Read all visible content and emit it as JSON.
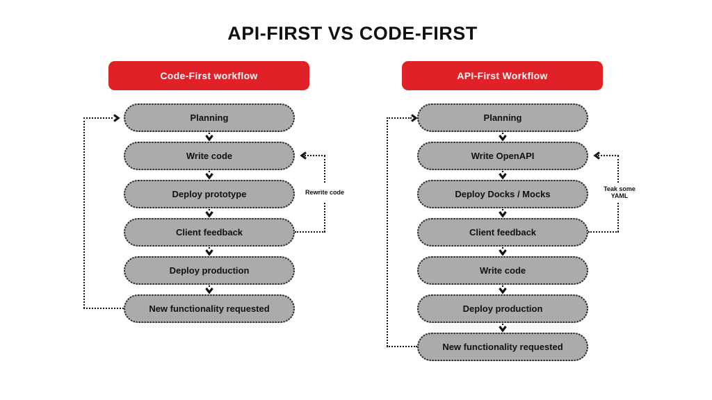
{
  "title": "API-FIRST VS CODE-FIRST",
  "colors": {
    "accent_red": "#e02128",
    "step_gray": "#ababab",
    "line_black": "#111111",
    "background": "#ffffff"
  },
  "columns": [
    {
      "header": "Code-First workflow",
      "steps": [
        "Planning",
        "Write code",
        "Deploy prototype",
        "Client feedback",
        "Deploy production",
        "New functionality requested"
      ],
      "loop_label": "Rewrite code"
    },
    {
      "header": "API-First Workflow",
      "steps": [
        "Planning",
        "Write OpenAPI",
        "Deploy Docks / Mocks",
        "Client feedback",
        "Write code",
        "Deploy production",
        "New functionality requested"
      ],
      "loop_label": "Teak some YAML"
    }
  ]
}
